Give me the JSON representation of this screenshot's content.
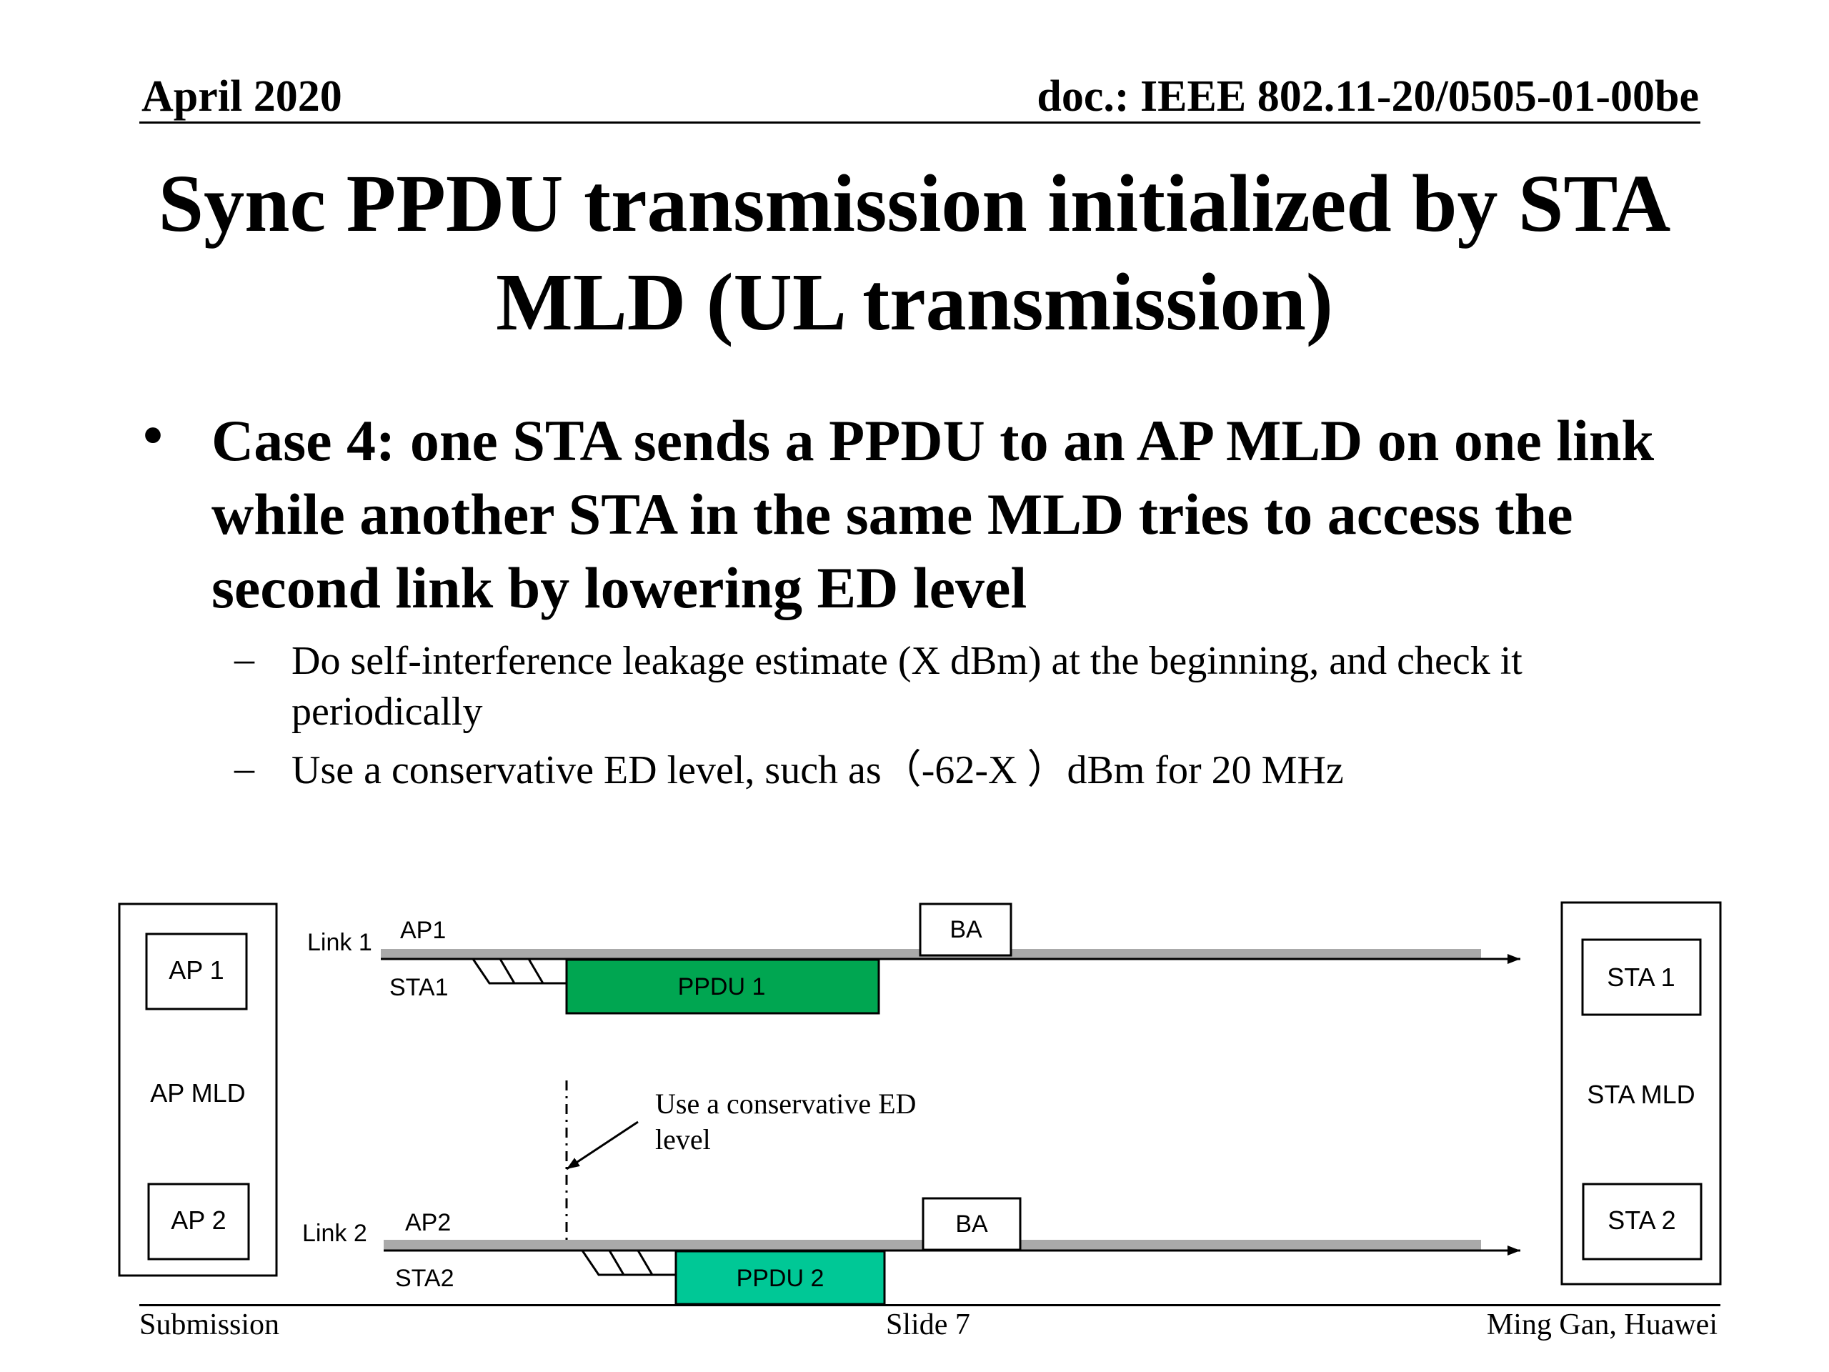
{
  "header": {
    "date": "April 2020",
    "doc": "doc.: IEEE 802.11-20/0505-01-00be"
  },
  "title": {
    "line1": "Sync PPDU transmission initialized by STA",
    "line2": "MLD (UL transmission)"
  },
  "bullets": {
    "main_marker": "•",
    "main": "Case 4: one STA sends a PPDU to an AP MLD on one link while another STA in the same MLD tries to access the second link by lowering ED level",
    "sub_marker": "–",
    "sub": [
      "Do self-interference leakage estimate (X dBm) at the beginning, and check it periodically",
      "Use a conservative ED level, such as（-62-X ）dBm for 20 MHz"
    ]
  },
  "diagram": {
    "ap_mld": {
      "label": "AP MLD",
      "ap1": "AP 1",
      "ap2": "AP 2"
    },
    "sta_mld": {
      "label": "STA MLD",
      "sta1": "STA 1",
      "sta2": "STA 2"
    },
    "link1": {
      "label": "Link 1",
      "top": "AP1",
      "bottom": "STA1",
      "ppdu": "PPDU 1",
      "ba": "BA"
    },
    "link2": {
      "label": "Link 2",
      "top": "AP2",
      "bottom": "STA2",
      "ppdu": "PPDU 2",
      "ba": "BA"
    },
    "annotation": {
      "line1": "Use a conservative ED",
      "line2": "level"
    },
    "colors": {
      "ppdu1": "#00a651",
      "ppdu2": "#00c896",
      "timeline": "#aaaaaa"
    }
  },
  "footer": {
    "left": "Submission",
    "center": "Slide 7",
    "right": "Ming Gan, Huawei"
  }
}
